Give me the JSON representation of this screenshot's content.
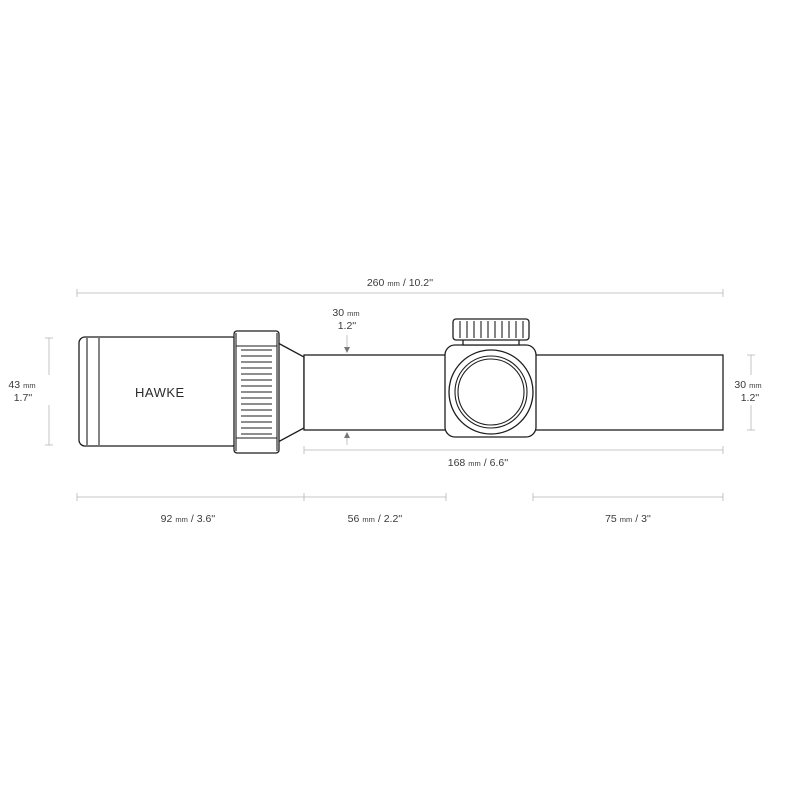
{
  "brand": "HAWKE",
  "dimensions": {
    "overall_length": {
      "mm": "260",
      "unit": "mm",
      "inch": "/ 10.2''"
    },
    "tube_diameter_top": {
      "mm": "30",
      "unit": "mm",
      "inch": "1.2''"
    },
    "objective_diameter": {
      "mm": "43",
      "unit": "mm",
      "inch": "1.7''"
    },
    "tube_diameter_right": {
      "mm": "30",
      "unit": "mm",
      "inch": "1.2''"
    },
    "turret_to_end": {
      "mm": "168",
      "unit": "mm",
      "inch": "/ 6.6''"
    },
    "objective_length": {
      "mm": "92",
      "unit": "mm",
      "inch": "/ 3.6''"
    },
    "mount_length": {
      "mm": "56",
      "unit": "mm",
      "inch": "/ 2.2''"
    },
    "eyepiece_length": {
      "mm": "75",
      "unit": "mm",
      "inch": "/ 3''"
    }
  },
  "colors": {
    "outline": "#1e1e1e",
    "dimension_line": "#b5b5b5",
    "text": "#3a3a3a"
  }
}
